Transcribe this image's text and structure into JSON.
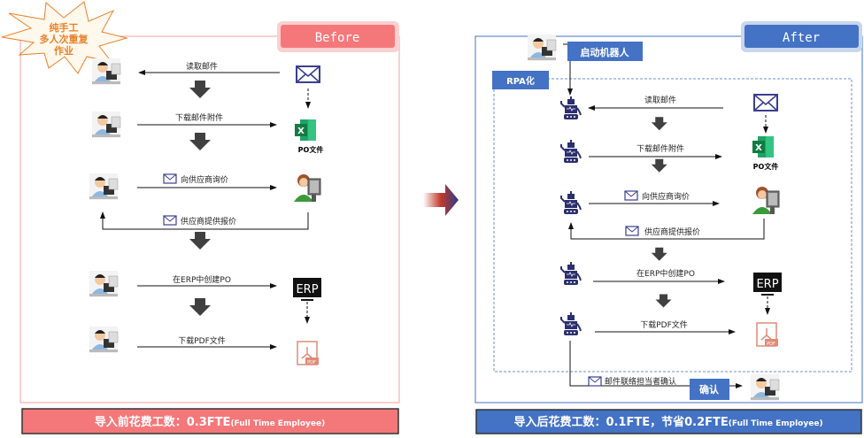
{
  "before": {
    "badge": "Before",
    "burst_lines": [
      "纯手工",
      "多人次重复",
      "作业"
    ],
    "steps": [
      "读取邮件",
      "下载邮件附件",
      "向供应商询价",
      "供应商提供报价",
      "在ERP中创建PO",
      "下载PDF文件"
    ],
    "po_file": "PO文件",
    "banner_main": "导入前花费工数：0.3FTE",
    "banner_sub": "(Full Time Employee)"
  },
  "after": {
    "badge": "After",
    "start_robot": "启动机器人",
    "rpa_label": "RPA化",
    "steps": [
      "读取邮件",
      "下载邮件附件",
      "向供应商询价",
      "供应商提供报价",
      "在ERP中创建PO",
      "下载PDF文件"
    ],
    "po_file": "PO文件",
    "notify": "邮件联络担当者确认",
    "confirm": "确认",
    "banner_main": "导入后花费工数：0.1FTE，节省0.2FTE",
    "banner_sub": "(Full Time Employee)"
  },
  "icons": {
    "erp": "ERP",
    "pdf": "PDF"
  },
  "colors": {
    "before": "#f4787a",
    "after": "#4472c4",
    "robot": "#2b2f6e",
    "mail": "#3a3f8f",
    "excel": "#1d7044",
    "burst": "#e8822a"
  }
}
